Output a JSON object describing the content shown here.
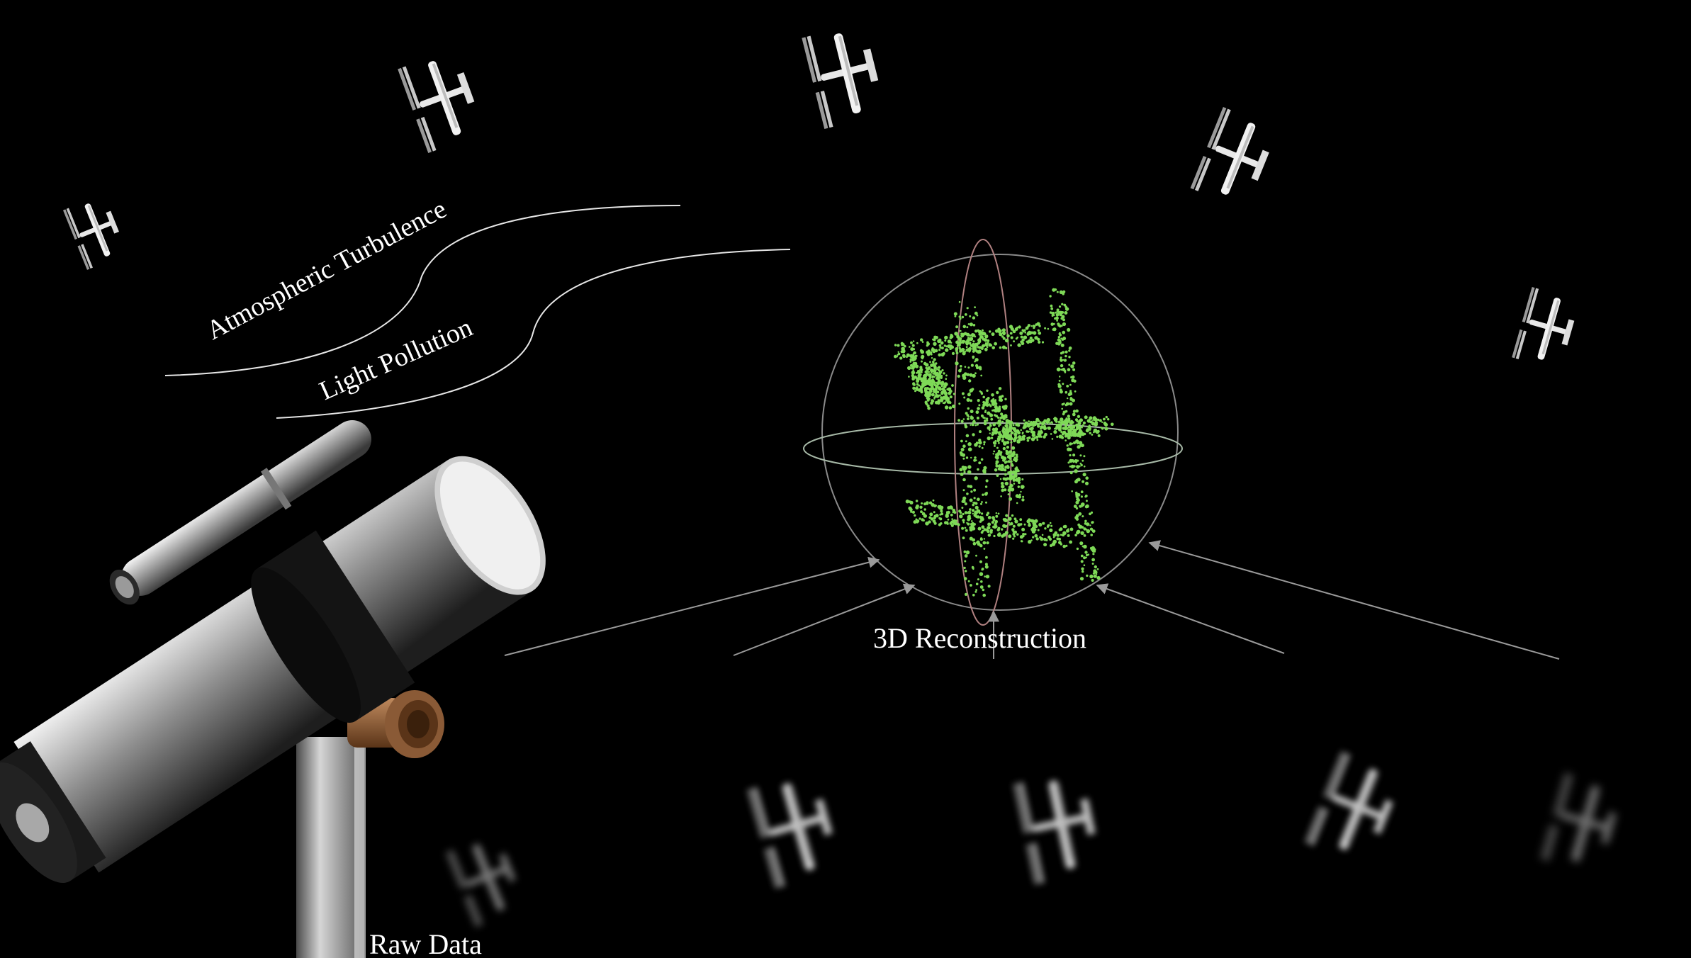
{
  "labels": {
    "turbulence": "Atmospheric Turbulence",
    "pollution": "Light Pollution",
    "reconstruction": "3D Reconstruction",
    "raw_data": "Raw Data"
  },
  "colors": {
    "background": "#000000",
    "text": "#ffffff",
    "point_cloud": "#7ed957",
    "arrow": "#9a9a9a",
    "sphere_line": "#8a8a8a"
  },
  "icons": {
    "satellite": "space-station-icon",
    "telescope": "telescope-icon"
  }
}
